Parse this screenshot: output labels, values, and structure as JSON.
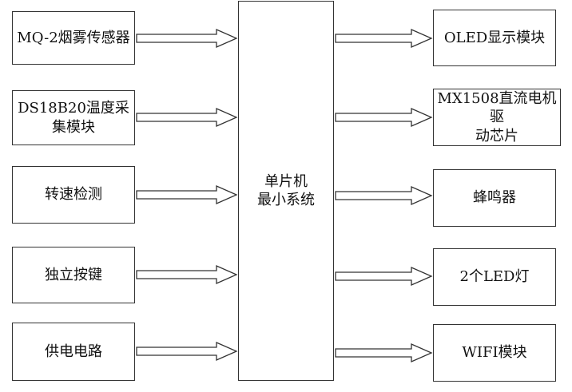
{
  "inputs": [
    {
      "label": "MQ-2烟雾传感器"
    },
    {
      "label_line1": "DS18B20温度采",
      "label_line2": "集模块"
    },
    {
      "label": "转速检测"
    },
    {
      "label": "独立按键"
    },
    {
      "label": "供电电路"
    }
  ],
  "center": {
    "line1": "单片机",
    "line2": "最小系统"
  },
  "outputs": [
    {
      "label": "OLED显示模块"
    },
    {
      "label_line1": "MX1508直流电机驱",
      "label_line2": "动芯片"
    },
    {
      "label": "蜂鸣器"
    },
    {
      "label": "2个LED灯"
    },
    {
      "label": "WIFI模块"
    }
  ],
  "colors": {
    "stroke": "#333333",
    "background": "#ffffff"
  }
}
